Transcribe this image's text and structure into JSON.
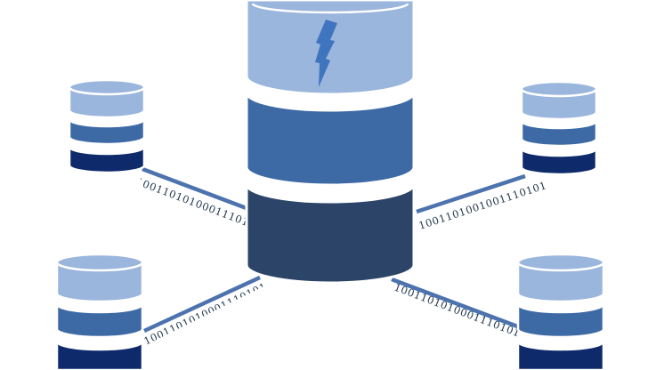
{
  "colors": {
    "light": "#9ab6dc",
    "medium": "#3d6aa5",
    "dark": "#2b4467",
    "navy": "#0e2a6a",
    "cable": "#4c73ae",
    "bolt": "#3f74bf",
    "outline": "#ffffff"
  },
  "icons": {
    "central": "database-icon",
    "satellite": "database-icon",
    "bolt": "lightning-bolt-icon"
  },
  "binary_labels": {
    "top_left": "1001101010001110101",
    "top_right": "1001101001001110101",
    "bottom_left": "1001101010001110101",
    "bottom_right": "1001101010001110101"
  }
}
